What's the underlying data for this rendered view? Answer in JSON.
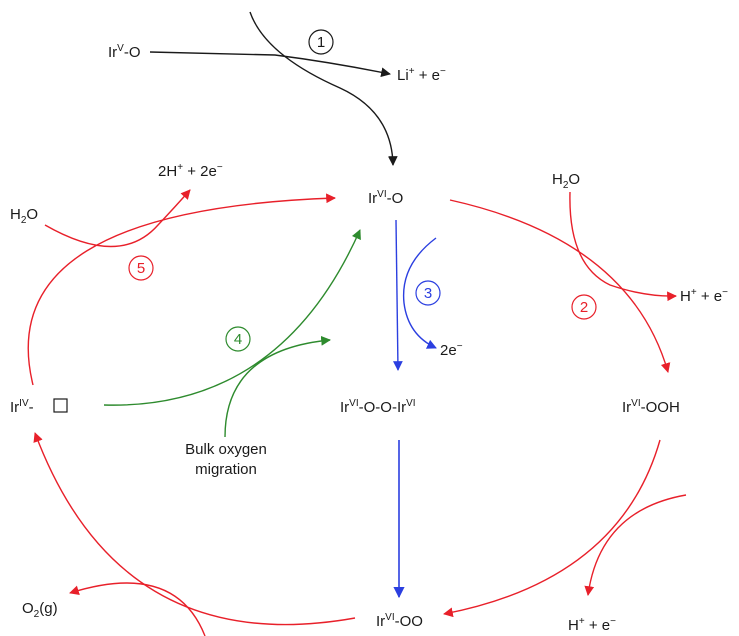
{
  "colors": {
    "red": "#e8202a",
    "green": "#2e8b2e",
    "blue": "#2b3fe0",
    "black": "#1a1a1a"
  },
  "species": {
    "ir_v_o": {
      "base": "Ir",
      "sup": "V",
      "tail": "-O"
    },
    "ir_vi_o": {
      "base": "Ir",
      "sup": "VI",
      "tail": "-O"
    },
    "ir_vi_oooir": {
      "base": "Ir",
      "sup": "VI",
      "mid": "-O-O-Ir",
      "sup2": "VI"
    },
    "ir_vi_ooh": {
      "base": "Ir",
      "sup": "VI",
      "tail": "-OOH"
    },
    "ir_vi_oo": {
      "base": "Ir",
      "sup": "VI",
      "tail": "-OO"
    },
    "ir_iv_vac": {
      "base": "Ir",
      "sup": "IV",
      "tail": "- "
    },
    "o2_gas": {
      "base": "O",
      "sub": "2",
      "tail": "(g)"
    }
  },
  "byproducts": {
    "li_e": {
      "a": "Li",
      "sup": "+",
      "b": " + e",
      "sup2": "−"
    },
    "two_h_two_e": {
      "a": "2H",
      "sup": "+",
      "b": " + 2e",
      "sup2": "−"
    },
    "h2o_left": {
      "a": "H",
      "sub": "2",
      "b": "O"
    },
    "h2o_right": {
      "a": "H",
      "sub": "2",
      "b": "O"
    },
    "h_e_right": {
      "a": "H",
      "sup": "+",
      "b": " + e",
      "sup2": "−"
    },
    "h_e_bottom": {
      "a": "H",
      "sup": "+",
      "b": " + e",
      "sup2": "−"
    },
    "two_e": {
      "a": "2e",
      "sup": "−"
    }
  },
  "steps": [
    "1",
    "2",
    "3",
    "4",
    "5"
  ],
  "bulk_label": {
    "line1": "Bulk oxygen",
    "line2": "migration"
  }
}
